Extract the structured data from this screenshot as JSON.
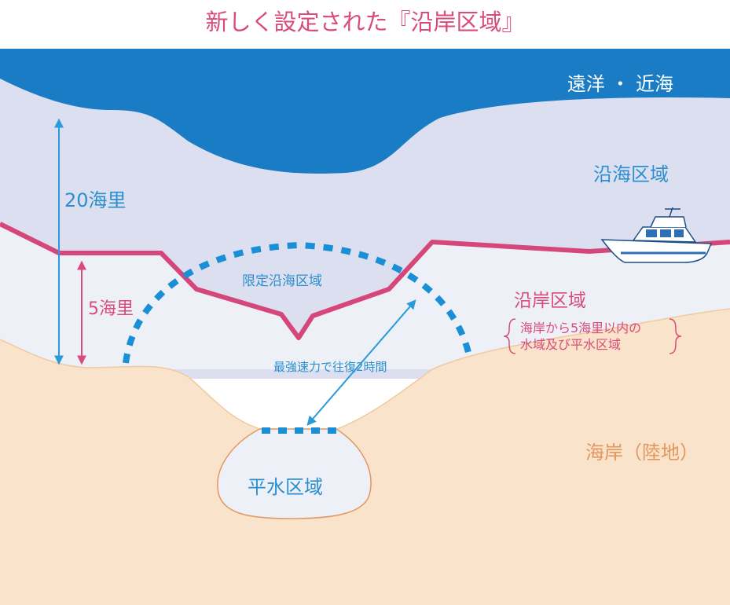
{
  "title": "新しく設定された『沿岸区域』",
  "zones": {
    "far_sea": "遠洋 ・ 近海",
    "coastal_sea": "沿海区域",
    "limited_coastal": "限定沿海区域",
    "shore_zone": "沿岸区域",
    "shore_zone_desc_line1": "海岸から5海里以内の",
    "shore_zone_desc_line2": "水域及び平水区域",
    "sheltered_water": "平水区域",
    "land": "海岸（陸地）"
  },
  "measurements": {
    "distance_20": "20海里",
    "distance_5": "5海里",
    "round_trip": "最強速力で往復2時間"
  },
  "colors": {
    "deep_sea": "#1a7cc4",
    "coastal_sea": "#dcdff0",
    "shore_water": "#eef0f7",
    "land": "#f9e3ca",
    "boundary_line": "#d5467a",
    "dashed_arc": "#1a8fd6",
    "arrow_blue": "#2b9ad8",
    "arrow_pink": "#d84c7a"
  },
  "icons": {
    "boat": "motor-boat-icon"
  }
}
